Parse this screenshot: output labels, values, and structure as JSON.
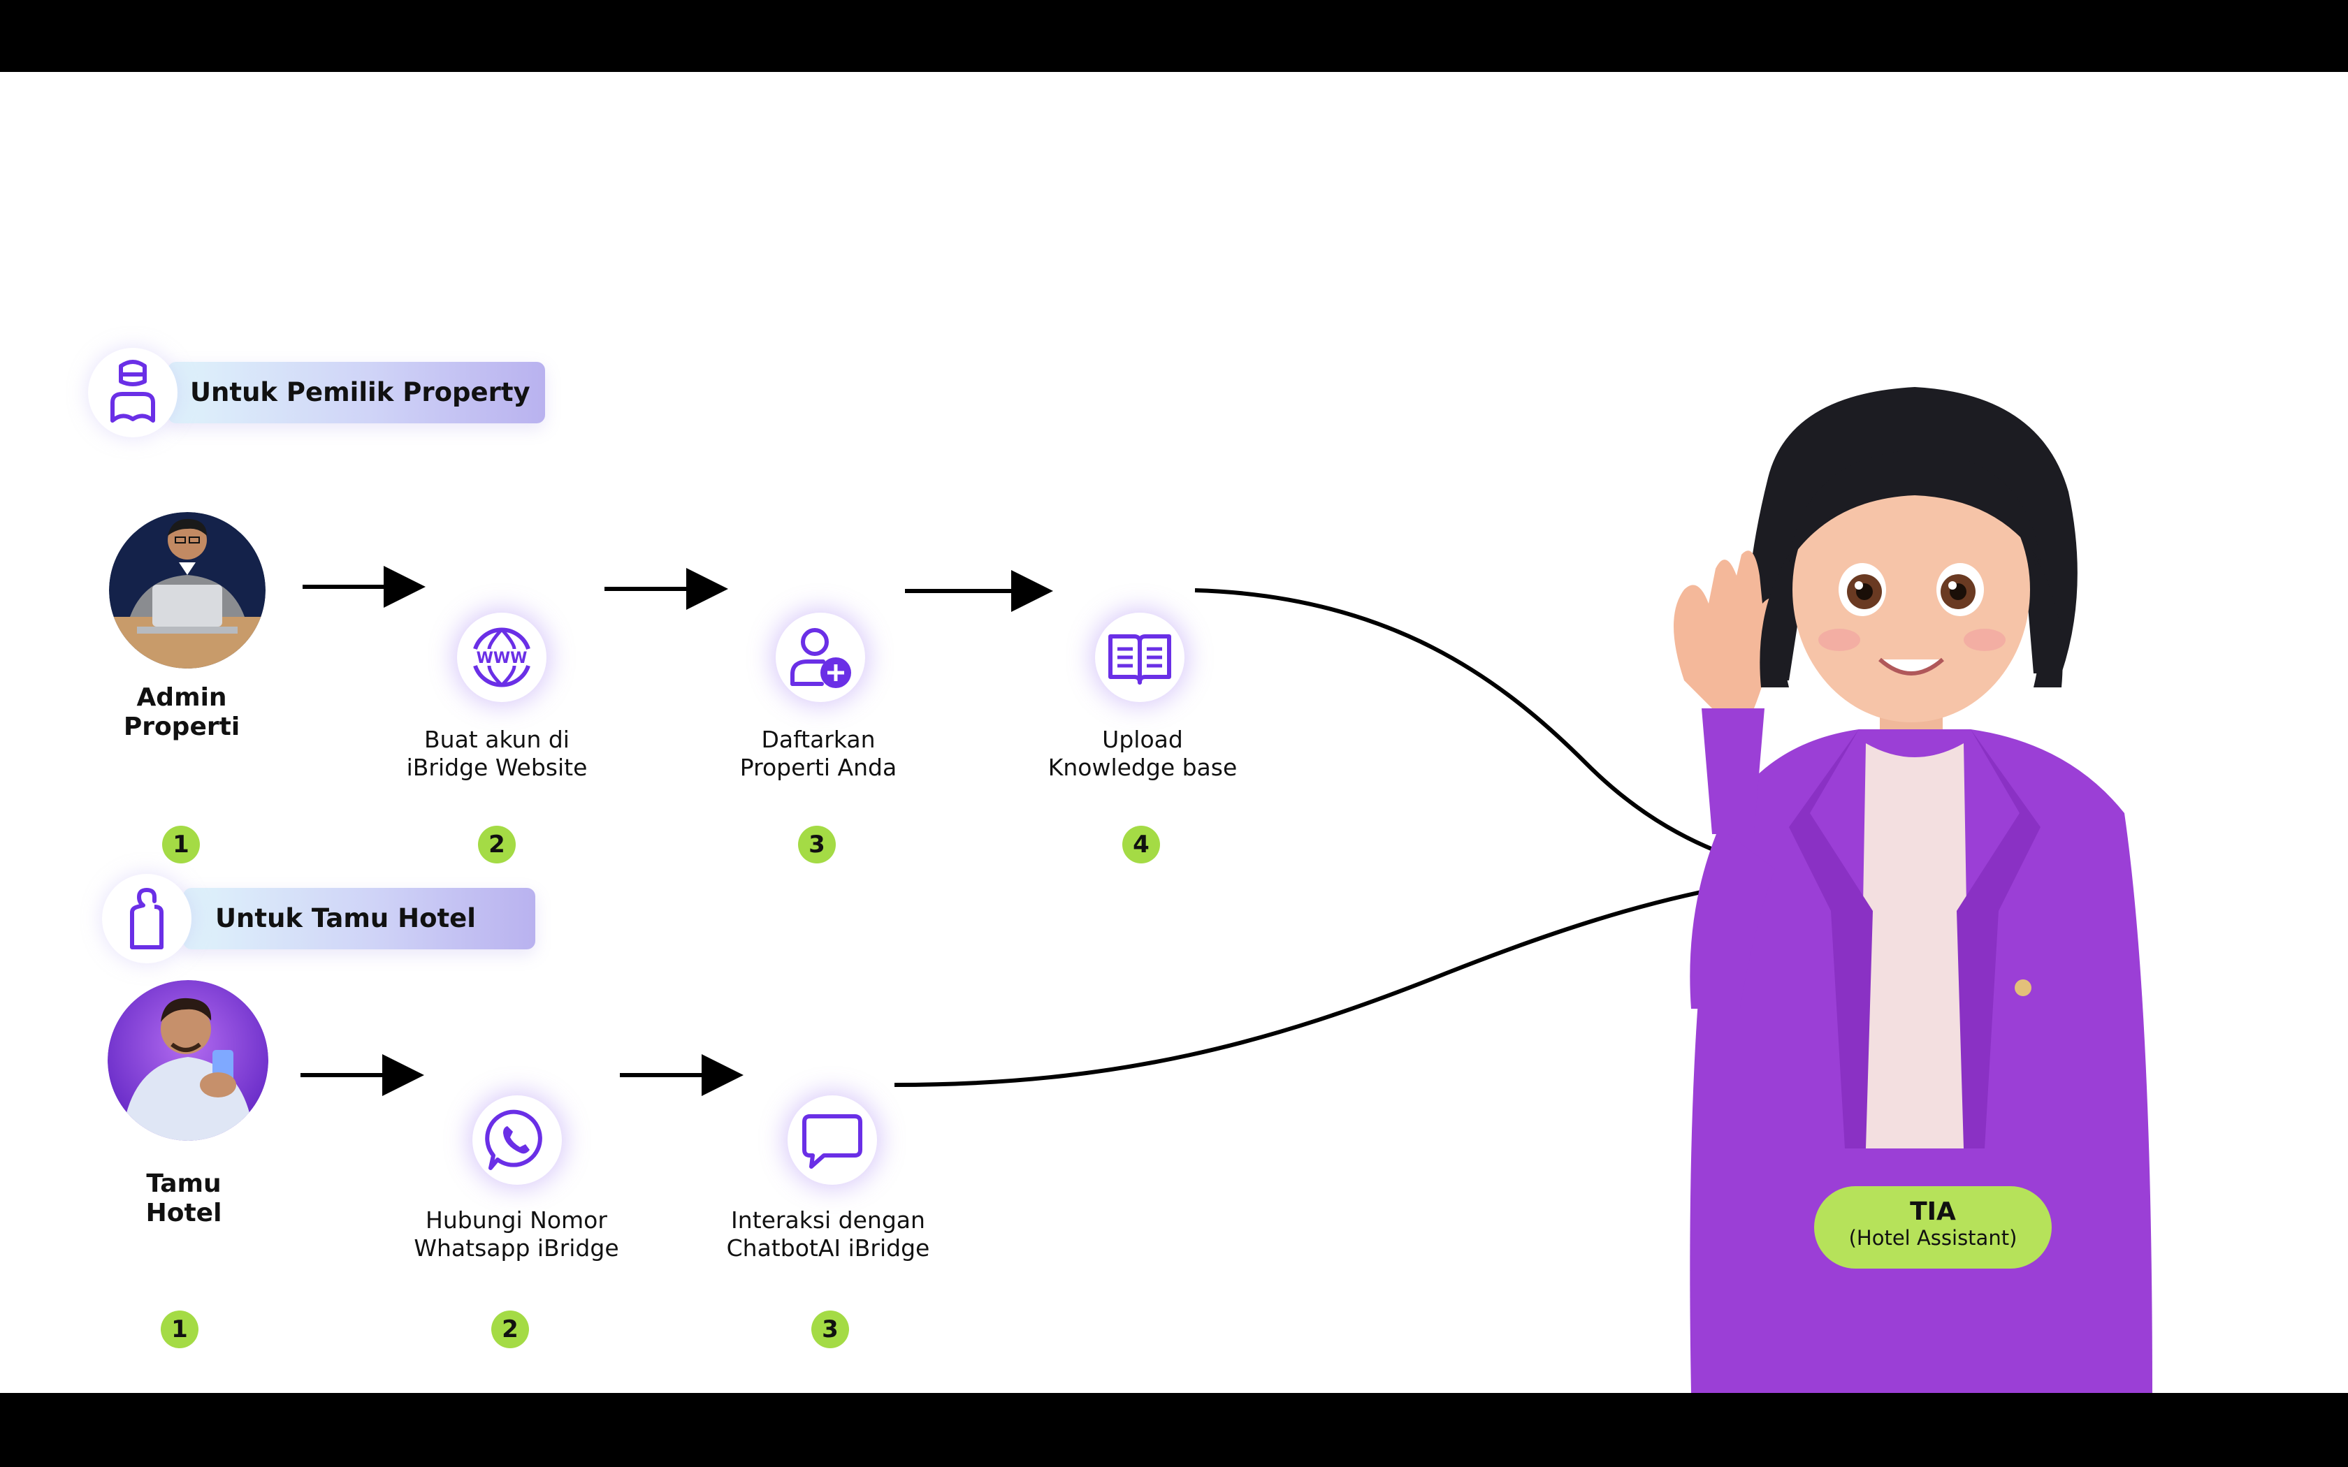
{
  "owner_section": {
    "title": "Untuk Pemilik Property",
    "icon": "user-admin-icon",
    "actor": {
      "name_line1": "Admin",
      "name_line2": "Properti",
      "number": "1",
      "avatar": "admin-photo"
    },
    "steps": [
      {
        "icon": "www-globe-icon",
        "line1": "Buat akun di",
        "line2": "iBridge Website",
        "number": "2"
      },
      {
        "icon": "user-add-icon",
        "line1": "Daftarkan",
        "line2": "Properti Anda",
        "number": "3"
      },
      {
        "icon": "open-book-icon",
        "line1": "Upload",
        "line2": "Knowledge base",
        "number": "4"
      }
    ]
  },
  "guest_section": {
    "title": "Untuk Tamu Hotel",
    "icon": "door-hanger-icon",
    "actor": {
      "name_line1": "Tamu",
      "name_line2": "Hotel",
      "number": "1",
      "avatar": "guest-photo"
    },
    "steps": [
      {
        "icon": "whatsapp-icon",
        "line1": "Hubungi Nomor",
        "line2": "Whatsapp iBridge",
        "number": "2"
      },
      {
        "icon": "chat-bubble-icon",
        "line1": "Interaksi dengan",
        "line2": "ChatbotAI iBridge",
        "number": "3"
      }
    ]
  },
  "assistant": {
    "name": "TIA",
    "role": "(Hotel Assistant)"
  },
  "colors": {
    "accent": "#6a2fe6",
    "badge": "#a4db45",
    "jacket": "#9b3fd6"
  }
}
